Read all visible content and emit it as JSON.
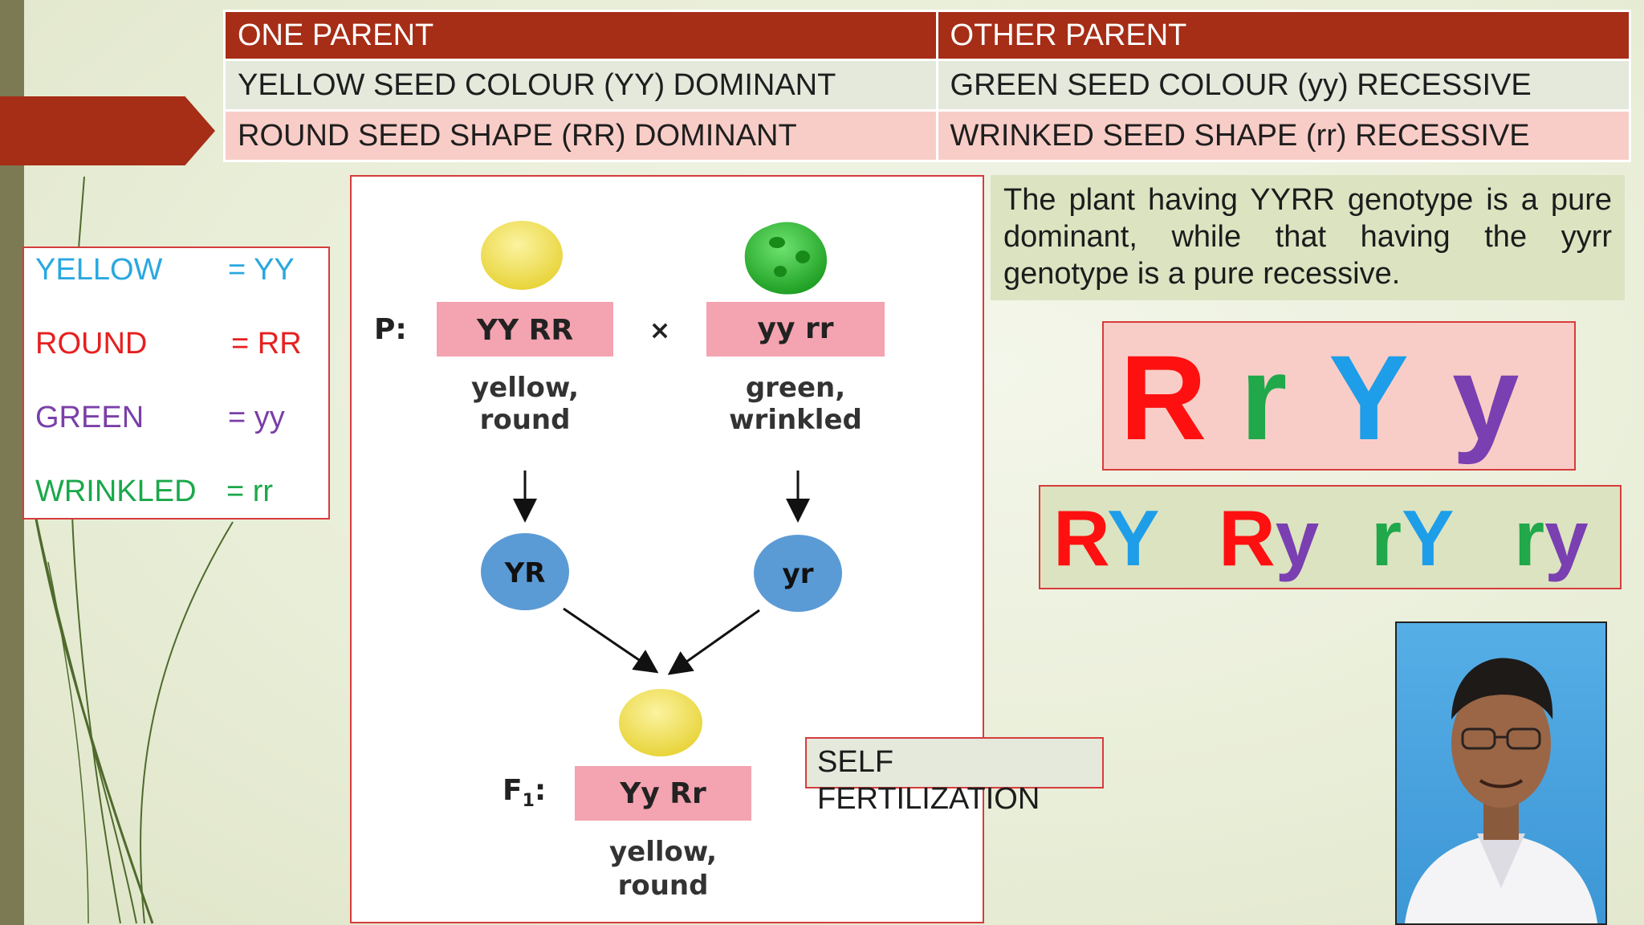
{
  "table": {
    "headers": [
      "ONE PARENT",
      "OTHER PARENT"
    ],
    "rows": [
      [
        "YELLOW SEED COLOUR (YY) DOMINANT",
        "GREEN SEED COLOUR (yy) RECESSIVE"
      ],
      [
        "ROUND SEED SHAPE (RR) DOMINANT",
        "WRINKED SEED SHAPE (rr) RECESSIVE"
      ]
    ]
  },
  "legend": [
    {
      "name": "YELLOW",
      "value": "= YY",
      "color": "#2aa8e0"
    },
    {
      "name": "ROUND",
      "value": "= RR",
      "color": "#e62020"
    },
    {
      "name": "GREEN",
      "value": "= yy",
      "color": "#7a3fa8"
    },
    {
      "name": "WRINKLED",
      "value": "= rr",
      "color": "#1aa84a"
    }
  ],
  "diagram": {
    "p_label": "P:",
    "cross": "×",
    "parent1_genotype": "YY RR",
    "parent1_phenotype_l1": "yellow,",
    "parent1_phenotype_l2": "round",
    "parent2_genotype": "yy rr",
    "parent2_phenotype_l1": "green,",
    "parent2_phenotype_l2": "wrinkled",
    "gamete1": "YR",
    "gamete2": "yr",
    "f1_label_main": "F",
    "f1_label_sub": "1",
    "f1_label_colon": ":",
    "f1_genotype": "Yy Rr",
    "f1_phenotype_l1": "yellow,",
    "f1_phenotype_l2": "round"
  },
  "description": "The plant having YYRR genotype is a pure dominant, while that having the yyrr genotype is a pure recessive.",
  "alleles": [
    {
      "text": "R",
      "color": "#ff1010"
    },
    {
      "text": "r",
      "color": "#20a84a"
    },
    {
      "text": "Y",
      "color": "#1e9ee8"
    },
    {
      "text": "y",
      "color": "#7a3fb0"
    }
  ],
  "gametes": {
    "g1": {
      "a": "R",
      "b": "Y"
    },
    "g2": {
      "a": "R",
      "b": "y"
    },
    "g3": {
      "a": "r",
      "b": "Y"
    },
    "g4": {
      "a": "r",
      "b": "y"
    }
  },
  "self_fertilization": "SELF FERTILIZATION",
  "colors": {
    "accent": "#a62d16",
    "pink_box": "#f4a3b0",
    "gamete_circle": "#5b9bd5",
    "seed_yellow": "#f2e04c",
    "seed_green": "#2fb52f"
  }
}
